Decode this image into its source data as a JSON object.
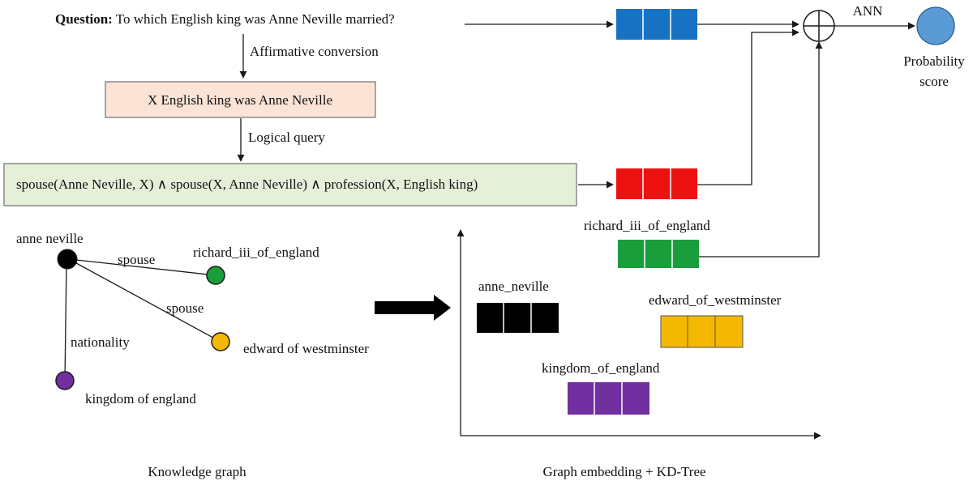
{
  "question": {
    "prefix": "Question:",
    "text": " To which English king was Anne Neville married?"
  },
  "step1_label": "Affirmative conversion",
  "affirmative_statement": "X English king was Anne Neville",
  "step2_label": "Logical query",
  "logical_query": "spouse(Anne Neville, X) ∧ spouse(X, Anne Neville) ∧ profession(X, English king)",
  "ann_label": "ANN",
  "output_label": [
    "Probability",
    "score"
  ],
  "knowledge_graph": {
    "caption": "Knowledge graph",
    "nodes": [
      {
        "id": "anne",
        "label": "anne  neville",
        "color": "#000000"
      },
      {
        "id": "richard",
        "label": "richard_iii_of_england",
        "color": "#1a9e3c"
      },
      {
        "id": "edward",
        "label": "edward  of  westminster",
        "color": "#f5b800"
      },
      {
        "id": "kingdom",
        "label": "kingdom  of  england",
        "color": "#7030a0"
      }
    ],
    "edges": [
      {
        "from": "anne",
        "to": "richard",
        "label": "spouse"
      },
      {
        "from": "anne",
        "to": "edward",
        "label": "spouse"
      },
      {
        "from": "anne",
        "to": "kingdom",
        "label": "nationality"
      }
    ]
  },
  "embedding": {
    "caption": "Graph embedding + KD-Tree",
    "vectors": [
      {
        "label": "richard_iii_of_england",
        "color": "#1a9e3c"
      },
      {
        "label": "anne_neville",
        "color": "#000000"
      },
      {
        "label": "edward_of_westminster",
        "color": "#f5b800"
      },
      {
        "label": "kingdom_of_england",
        "color": "#7030a0"
      }
    ]
  },
  "vectors": {
    "question_color": "#1872c4",
    "query_color": "#ee1111"
  },
  "colors": {
    "affirmative_box_fill": "#fbe4d6",
    "query_box_fill": "#e6f0d9",
    "output_node_fill": "#5b9bd5"
  }
}
